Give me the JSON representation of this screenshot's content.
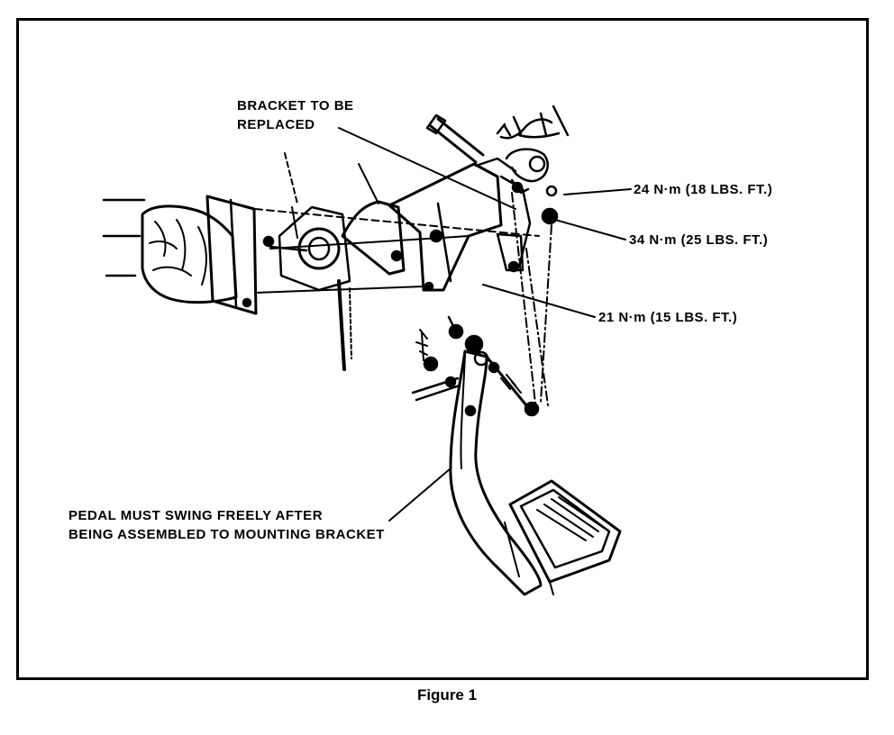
{
  "labels": {
    "bracket_line1": "BRACKET TO BE",
    "bracket_line2": "REPLACED",
    "torque_24": "24 N·m (18 LBS. FT.)",
    "torque_34": "34 N·m (25 LBS. FT.)",
    "torque_21": "21 N·m (15 LBS. FT.)",
    "pedal_line1": "PEDAL MUST SWING FREELY AFTER",
    "pedal_line2": "BEING ASSEMBLED TO MOUNTING BRACKET"
  },
  "caption": "Figure 1"
}
